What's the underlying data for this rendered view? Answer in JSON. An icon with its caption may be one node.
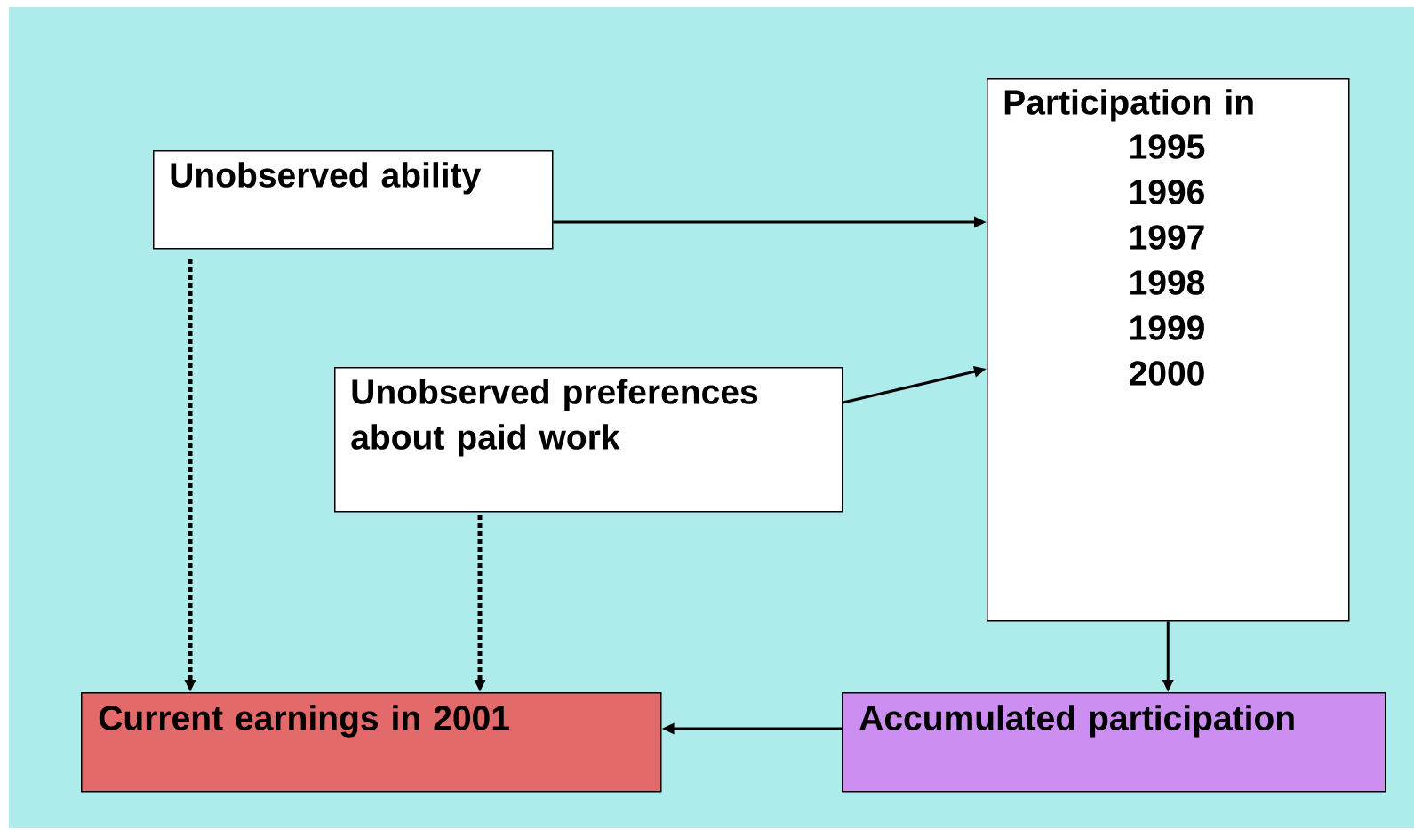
{
  "diagram": {
    "nodes": [
      {
        "text": [
          "Unobserved ability"
        ]
      },
      {
        "text": [
          "Participation in",
          "1995",
          "1996",
          "1997",
          "1998",
          "1999",
          "2000"
        ]
      },
      {
        "text": [
          "Unobserved preferences about paid work"
        ]
      },
      {
        "text": [
          "Current earnings in 2001"
        ]
      },
      {
        "text": [
          "Accumulated participation"
        ]
      }
    ],
    "edges": [
      {
        "from": 0,
        "to": 1,
        "arrow": "to"
      },
      {
        "from": 2,
        "to": 1,
        "arrow": "to"
      },
      {
        "from": 0,
        "to": 3,
        "arrow": "to",
        "style": "dashed"
      },
      {
        "from": 2,
        "to": 3,
        "arrow": "to",
        "style": "dashed"
      },
      {
        "from": 1,
        "to": 4,
        "arrow": "to"
      },
      {
        "from": 4,
        "to": 3,
        "arrow": "to"
      }
    ]
  }
}
